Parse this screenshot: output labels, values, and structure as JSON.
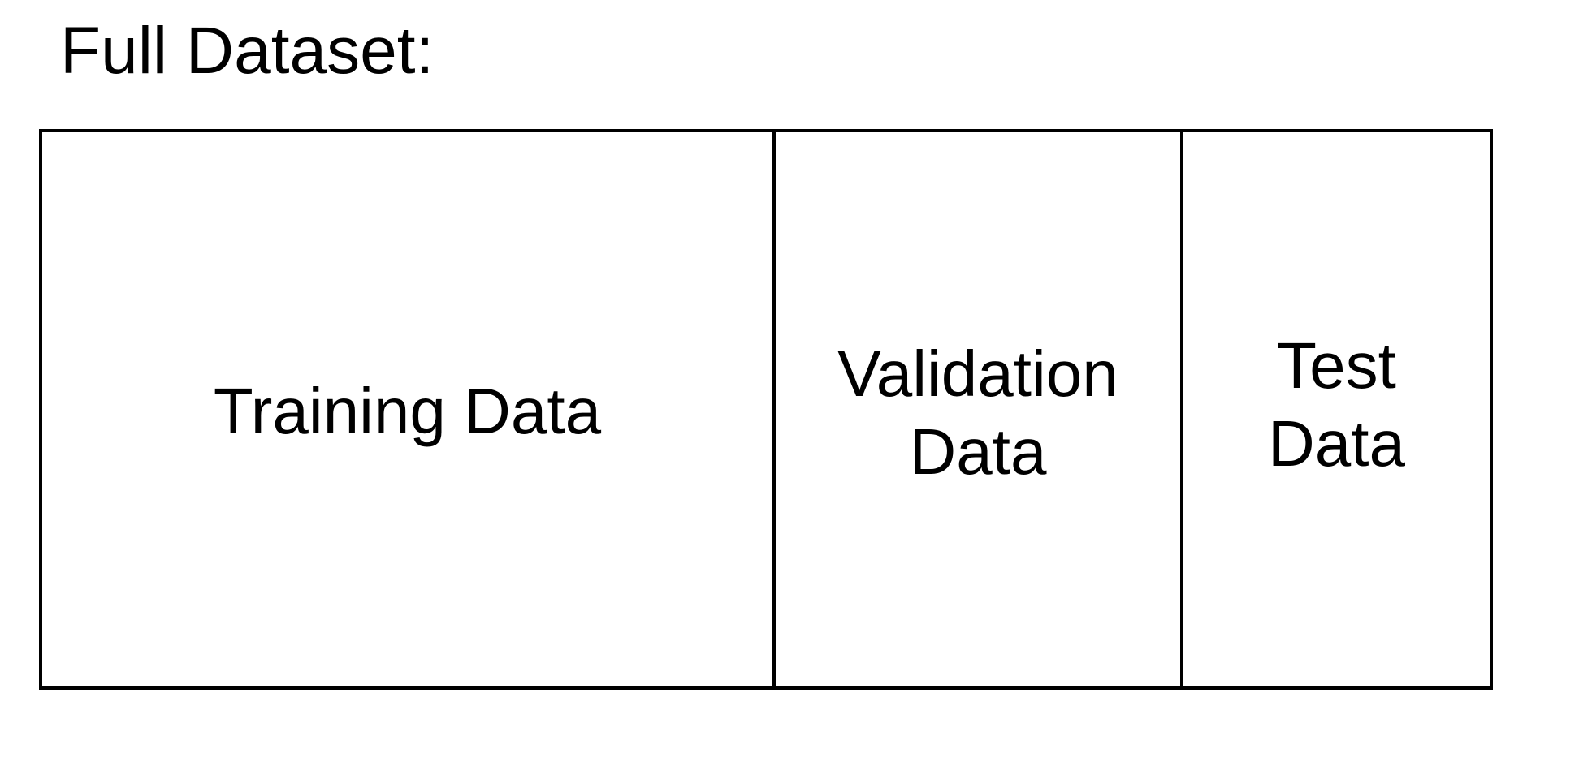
{
  "title": "Full Dataset:",
  "segments": [
    {
      "id": "training",
      "label": "Training Data"
    },
    {
      "id": "validation",
      "label": "Validation\nData"
    },
    {
      "id": "test",
      "label": "Test\nData"
    }
  ],
  "colors": {
    "background": "#ffffff",
    "stroke": "#000000",
    "text": "#000000"
  }
}
